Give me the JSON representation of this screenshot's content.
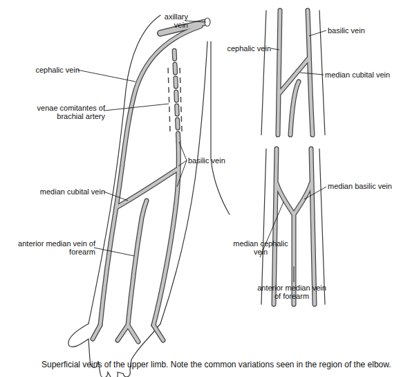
{
  "diagram": {
    "caption": "Superficial veins of the upper limb. Note the common variations seen in the region of the elbow.",
    "labels": [
      "axillary vein",
      "cephalic vein",
      "venae comitantes of brachial artery",
      "median cubital vein",
      "basilic vein",
      "anterior median vein of forearm",
      "basilic vein",
      "cephalic vein",
      "median cubital vein",
      "median basilic vein",
      "median cephalic vein",
      "anterior median vein of forearm"
    ]
  }
}
